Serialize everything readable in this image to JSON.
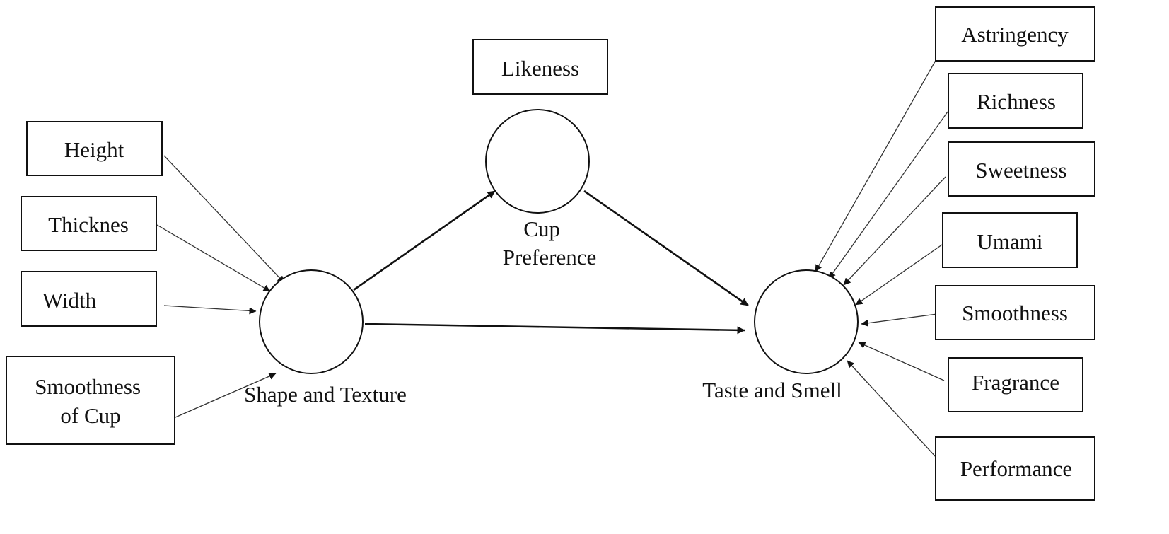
{
  "constructs": {
    "shape_texture": {
      "label_lines": [
        "Shape and Texture"
      ]
    },
    "cup_preference": {
      "label_lines": [
        "Cup",
        "Preference"
      ]
    },
    "taste_smell": {
      "label_lines": [
        "Taste and Smell"
      ]
    }
  },
  "indicators": {
    "height": {
      "lines": [
        "Height"
      ]
    },
    "thicknes": {
      "lines": [
        "Thicknes"
      ]
    },
    "width": {
      "lines": [
        "Width"
      ]
    },
    "smoothness_of_cup": {
      "lines": [
        "Smoothness",
        "of Cup"
      ]
    },
    "likeness": {
      "lines": [
        "Likeness"
      ]
    },
    "astringency": {
      "lines": [
        "Astringency"
      ]
    },
    "richness": {
      "lines": [
        "Richness"
      ]
    },
    "sweetness": {
      "lines": [
        "Sweetness"
      ]
    },
    "umami": {
      "lines": [
        "Umami"
      ]
    },
    "smoothness": {
      "lines": [
        "Smoothness"
      ]
    },
    "fragrance": {
      "lines": [
        "Fragrance"
      ]
    },
    "performance": {
      "lines": [
        "Performance"
      ]
    }
  },
  "colors": {
    "stroke": "#111111",
    "background": "#ffffff"
  }
}
